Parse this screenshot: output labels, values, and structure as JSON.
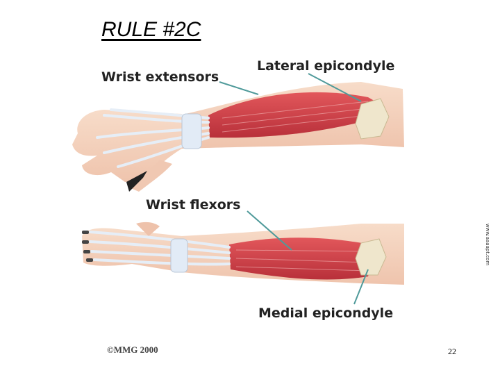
{
  "slide": {
    "title": "RULE #2C",
    "page_number": "22"
  },
  "figure": {
    "label_wrist_extensors": "Wrist extensors",
    "label_lateral_epicondyle": "Lateral epicondyle",
    "label_wrist_flexors": "Wrist flexors",
    "label_medial_epicondyle": "Medial epicondyle",
    "copyright": "©MMG 2000",
    "watermark": "www.aaaapt.com"
  },
  "colors": {
    "muscle": "#d8454a",
    "skin": "#f3d2be",
    "bone": "#efe6cc",
    "tendon": "#e6eef7"
  }
}
